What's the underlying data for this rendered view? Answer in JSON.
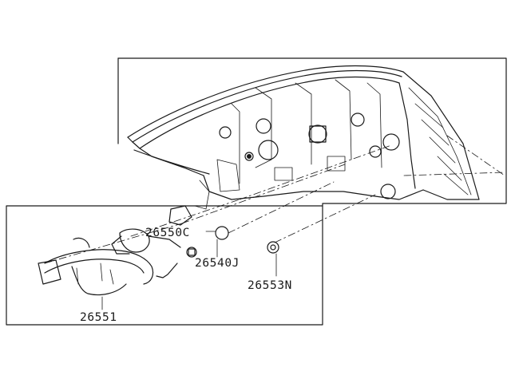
{
  "parts": {
    "p1": {
      "number": "26550C"
    },
    "p2": {
      "number": "26540J"
    },
    "p3": {
      "number": "26553N"
    },
    "p4": {
      "number": "26551"
    }
  }
}
